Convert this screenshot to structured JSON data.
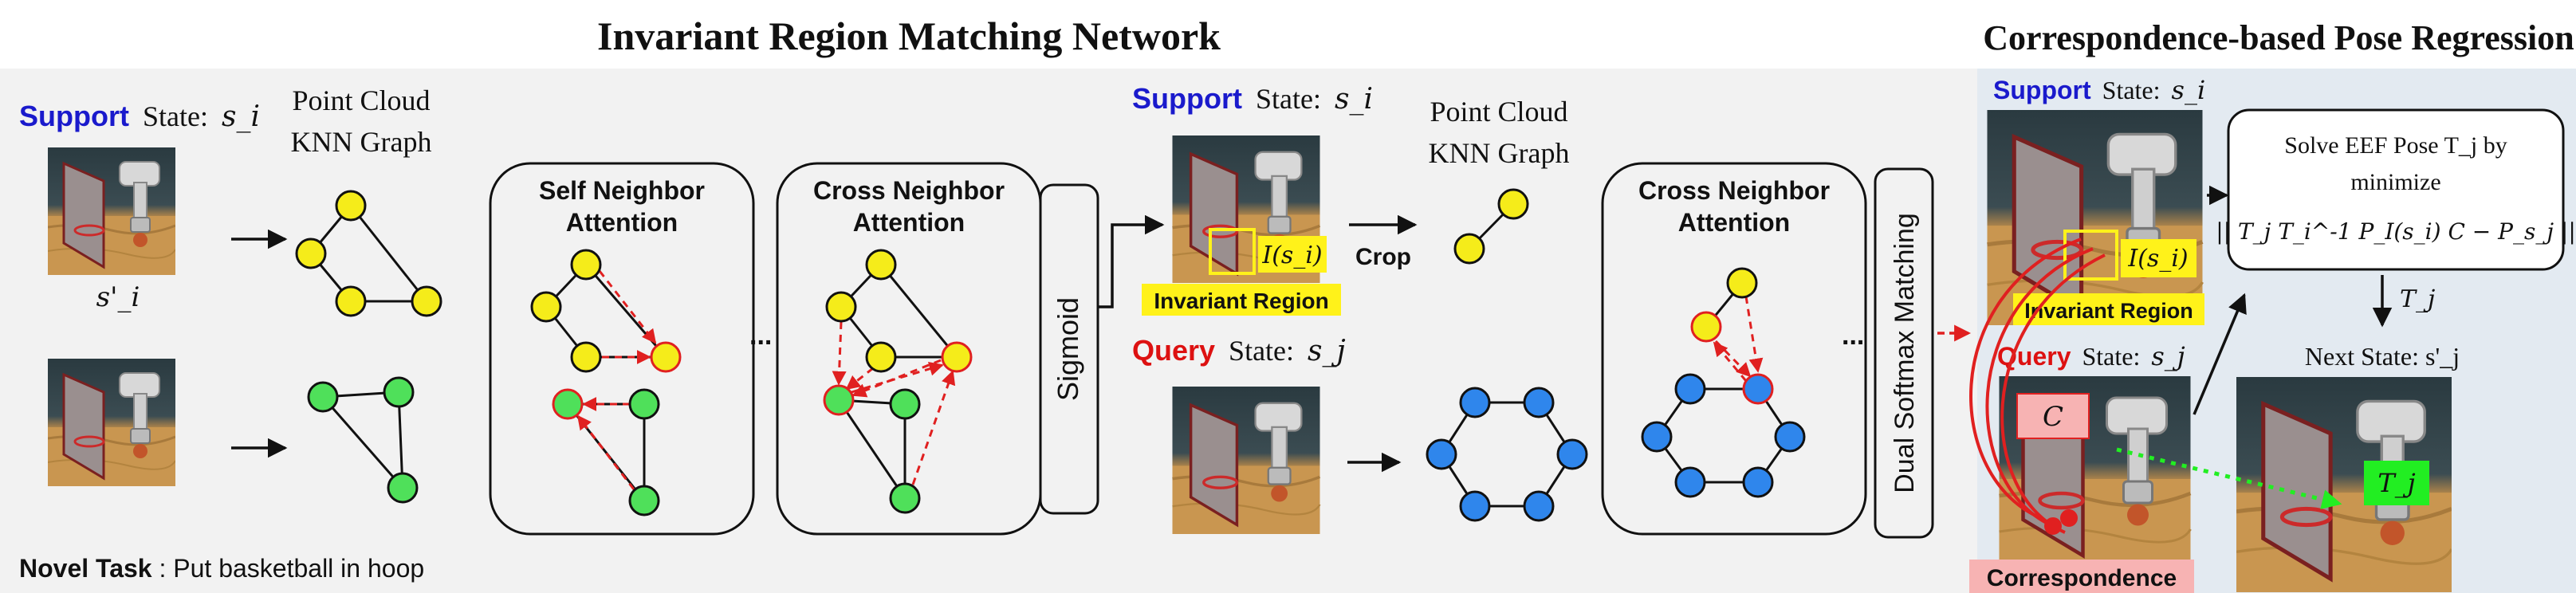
{
  "titles": {
    "left": "Invariant Region Matching Network",
    "right": "Correspondence-based Pose Regression"
  },
  "labels": {
    "support_word": "Support",
    "state_word": "State:",
    "query_word": "Query",
    "s_i": "s_i",
    "s_i_prime": "s'_i",
    "s_j": "s_j",
    "point_cloud_1": "Point Cloud",
    "knn_graph": "KNN Graph",
    "self_attention_1": "Self Neighbor",
    "attention": "Attention",
    "cross_attention_1": "Cross Neighbor",
    "ellipsis": "...",
    "sigmoid": "Sigmoid",
    "crop": "Crop",
    "invariant_region": "Invariant Region",
    "I_si": "I(s_i)",
    "dual_softmax": "Dual Softmax Matching",
    "novel_task_bold": "Novel Task",
    "novel_task_text": ": Put basketball in hoop",
    "solve_line1": "Solve EEF Pose T_j by",
    "solve_line2": "minimize",
    "solve_formula": "|| T_j T_i^-1 P_I(s_i) C − P_s_j ||",
    "T_j": "T_j",
    "next_state": "Next State: s'_j",
    "C": "C",
    "correspondence": "Correspondence"
  },
  "colors": {
    "support_blue": "#1a1acc",
    "query_red": "#dd1111",
    "node_yellow": "#f5ec1a",
    "node_green": "#4fe05a",
    "node_blue": "#2f86ec",
    "highlight_yellow": "#fff21a",
    "correspondence_pink": "#f7b3b3",
    "left_panel_bg": "#f2f2f2",
    "right_panel_bg": "#e3eaf1",
    "arrow_red": "#e02020",
    "tj_green": "#22ee22"
  }
}
